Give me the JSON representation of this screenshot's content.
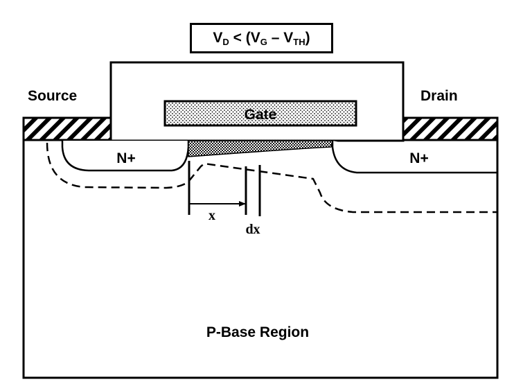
{
  "title_box": {
    "v_main": "V",
    "v_sub": "D",
    "lt": " < (",
    "g_main": "V",
    "g_sub": "G",
    "minus": " – ",
    "th_main": "V",
    "th_sub": "TH",
    "close": ")"
  },
  "labels": {
    "source": "Source",
    "drain": "Drain",
    "gate": "Gate",
    "n_plus_left": "N+",
    "n_plus_right": "N+",
    "x": "x",
    "dx": "dx",
    "p_base": "P-Base Region"
  },
  "colors": {
    "stroke": "#000000",
    "background": "#ffffff"
  }
}
